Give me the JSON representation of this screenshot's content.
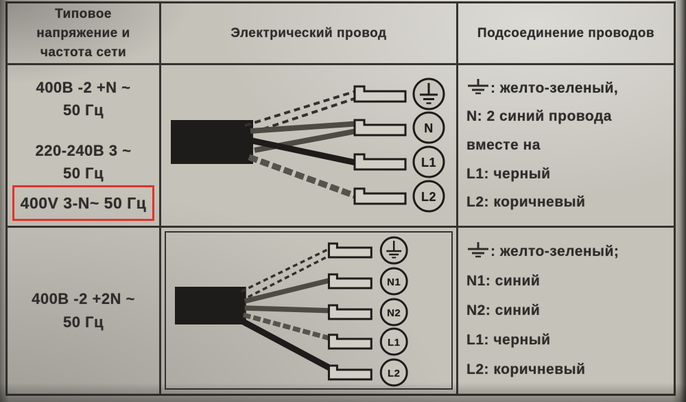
{
  "header": {
    "col1": "Типовое напряжение и частота сети",
    "col2": "Электрический провод",
    "col3": "Подсоединение проводов"
  },
  "row1": {
    "voltage1_line1": "400В -2 +N ~",
    "voltage1_line2": "50 Гц",
    "voltage2_line1": "220-240В 3 ~",
    "voltage2_line2": "50 Гц",
    "highlighted_voltage": "400V 3-N~ 50 Гц",
    "terminals": {
      "t1": "N",
      "t2": "L1",
      "t3": "L2"
    },
    "earth_connection": ": желто-зеленый,",
    "connections": [
      "N: 2 синий провода",
      "вместе на",
      "L1: черный",
      "L2: коричневый"
    ]
  },
  "row2": {
    "voltage_line1": "400В -2 +2N ~",
    "voltage_line2": "50 Гц",
    "terminals": {
      "t1": "N1",
      "t2": "N2",
      "t3": "L1",
      "t4": "L2"
    },
    "earth_connection": ": желто-зеленый;",
    "connections": [
      "N1: синий",
      "N2: синий",
      "L1: черный",
      "L2: коричневый"
    ]
  },
  "colors": {
    "highlight_box": "#e2332a",
    "ink": "#2d2c2a",
    "paper": "#c5c2ba"
  }
}
